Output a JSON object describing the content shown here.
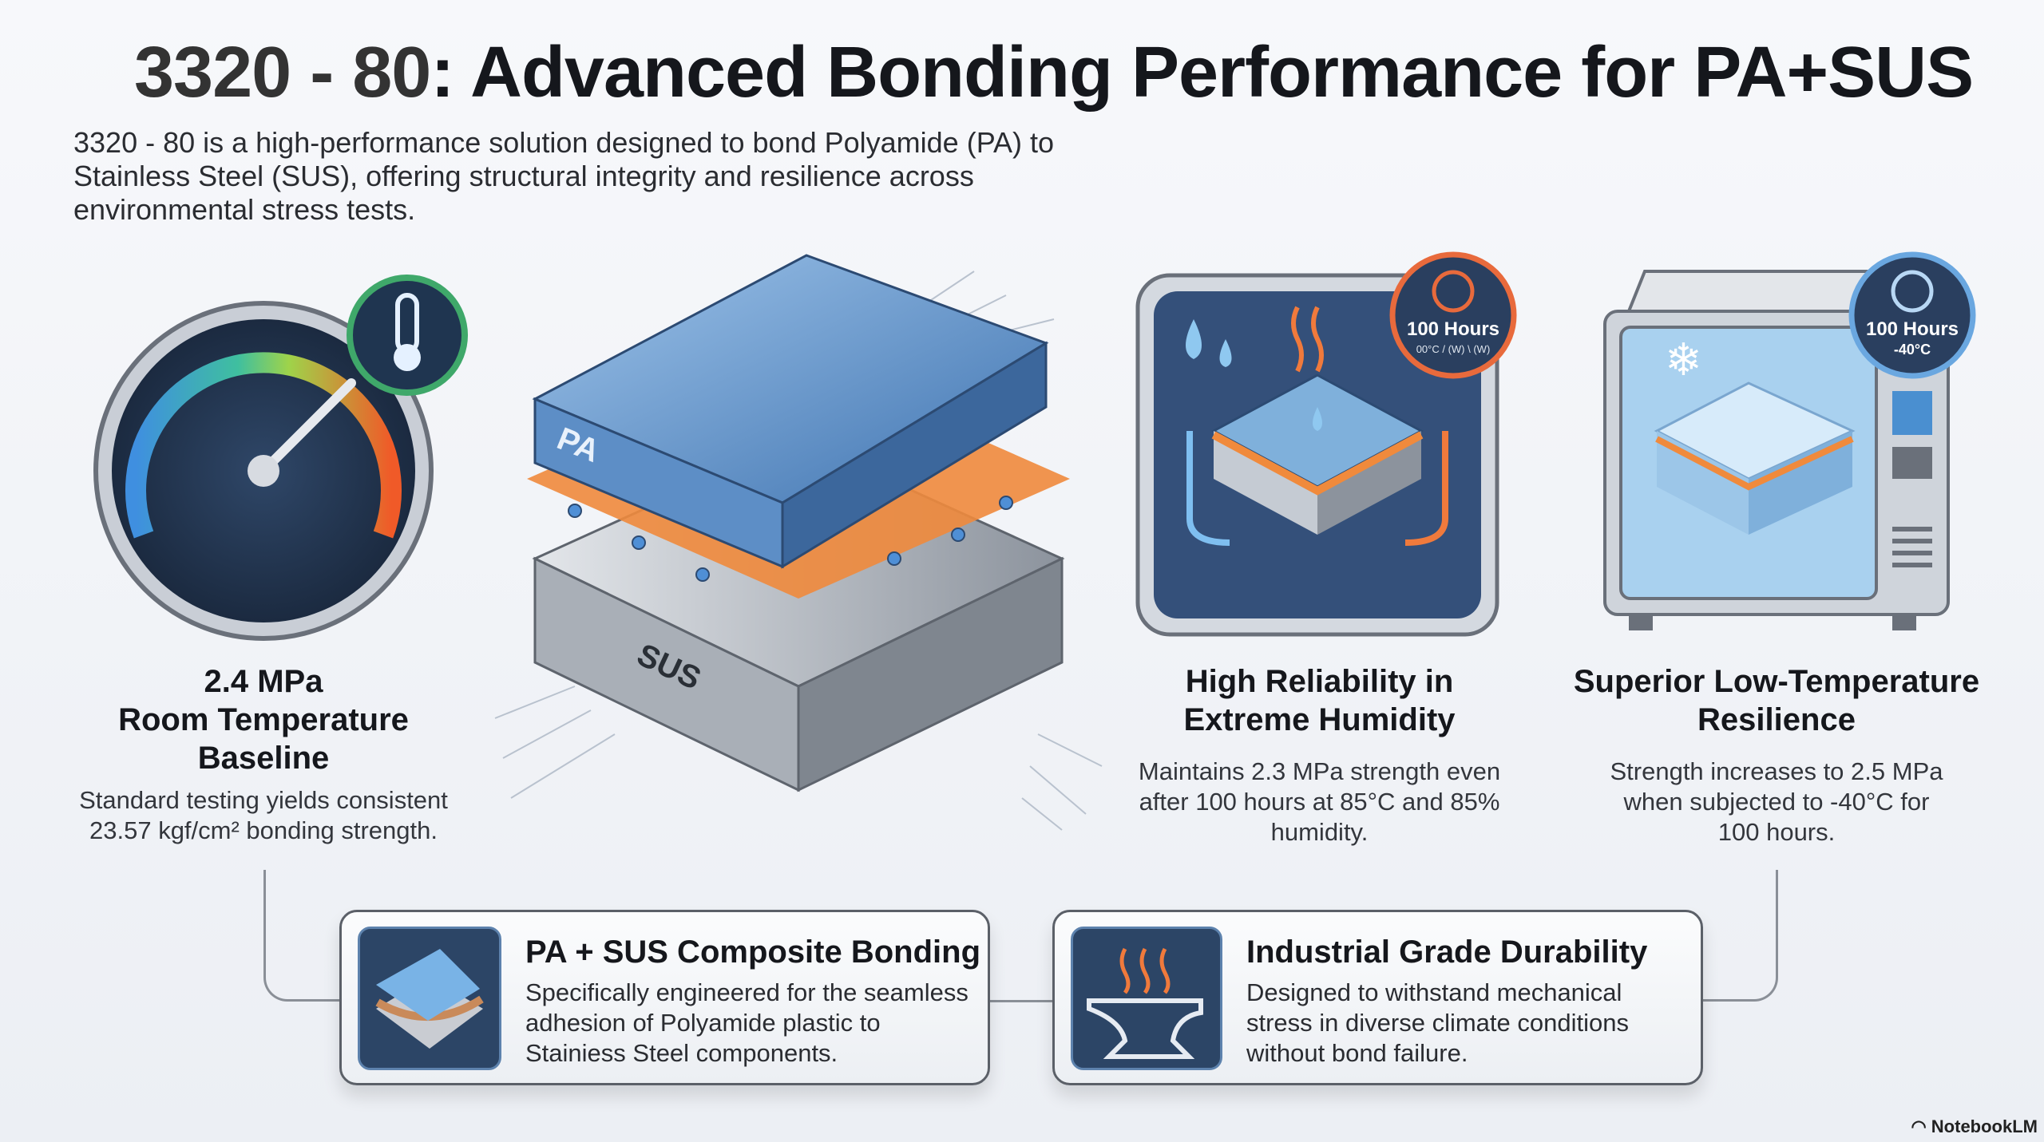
{
  "title": {
    "model": "3320 - 80",
    "rest": ": Advanced Bonding Performance for PA+SUS"
  },
  "intro": "3320 - 80  is a high-performance solution designed to bond Polyamide (PA) to Stainless Steel (SUS), offering structural integrity and resilience across environmental stress tests.",
  "illustration": {
    "pa_label": "PA",
    "sus_label": "SUS"
  },
  "columns": [
    {
      "heading": [
        "2.4 MPa",
        "Room Temperature",
        "Baseline"
      ],
      "desc": "Standard testing yields consistent 23.57 kgf/cm² bonding strength.",
      "icon": "gauge-icon"
    },
    {
      "heading": [
        "High Reliability in",
        "Extreme Humidity"
      ],
      "desc": "Maintains 2.3 MPa strength even after 100 hours at 85°C and 85% humidity.",
      "badge": {
        "title": "100 Hours",
        "sub": "00°C / (W) \\ (W)"
      },
      "icon": "humidity-chamber-icon"
    },
    {
      "heading": [
        "Superior Low-Temperature",
        "Resilience"
      ],
      "desc": "Strength increases to 2.5 MPa when subjected to -40°C for 100 hours.",
      "badge": {
        "title": "100 Hours",
        "sub": "-40°C"
      },
      "icon": "freezer-icon"
    }
  ],
  "cards": [
    {
      "title": "PA + SUS Composite Bonding",
      "desc": "Specifically engineered for the seamless adhesion of Polyamide plastic to Stainiess Steel components.",
      "icon": "layers-icon"
    },
    {
      "title": "Industrial Grade Durability",
      "desc": "Designed to withstand mechanical stress in diverse climate conditions without bond failure.",
      "icon": "anvil-icon"
    }
  ],
  "watermark": "NotebookLM",
  "colors": {
    "navy": "#2c4566",
    "orange": "#f08a3c",
    "blue": "#5b8fc9"
  }
}
